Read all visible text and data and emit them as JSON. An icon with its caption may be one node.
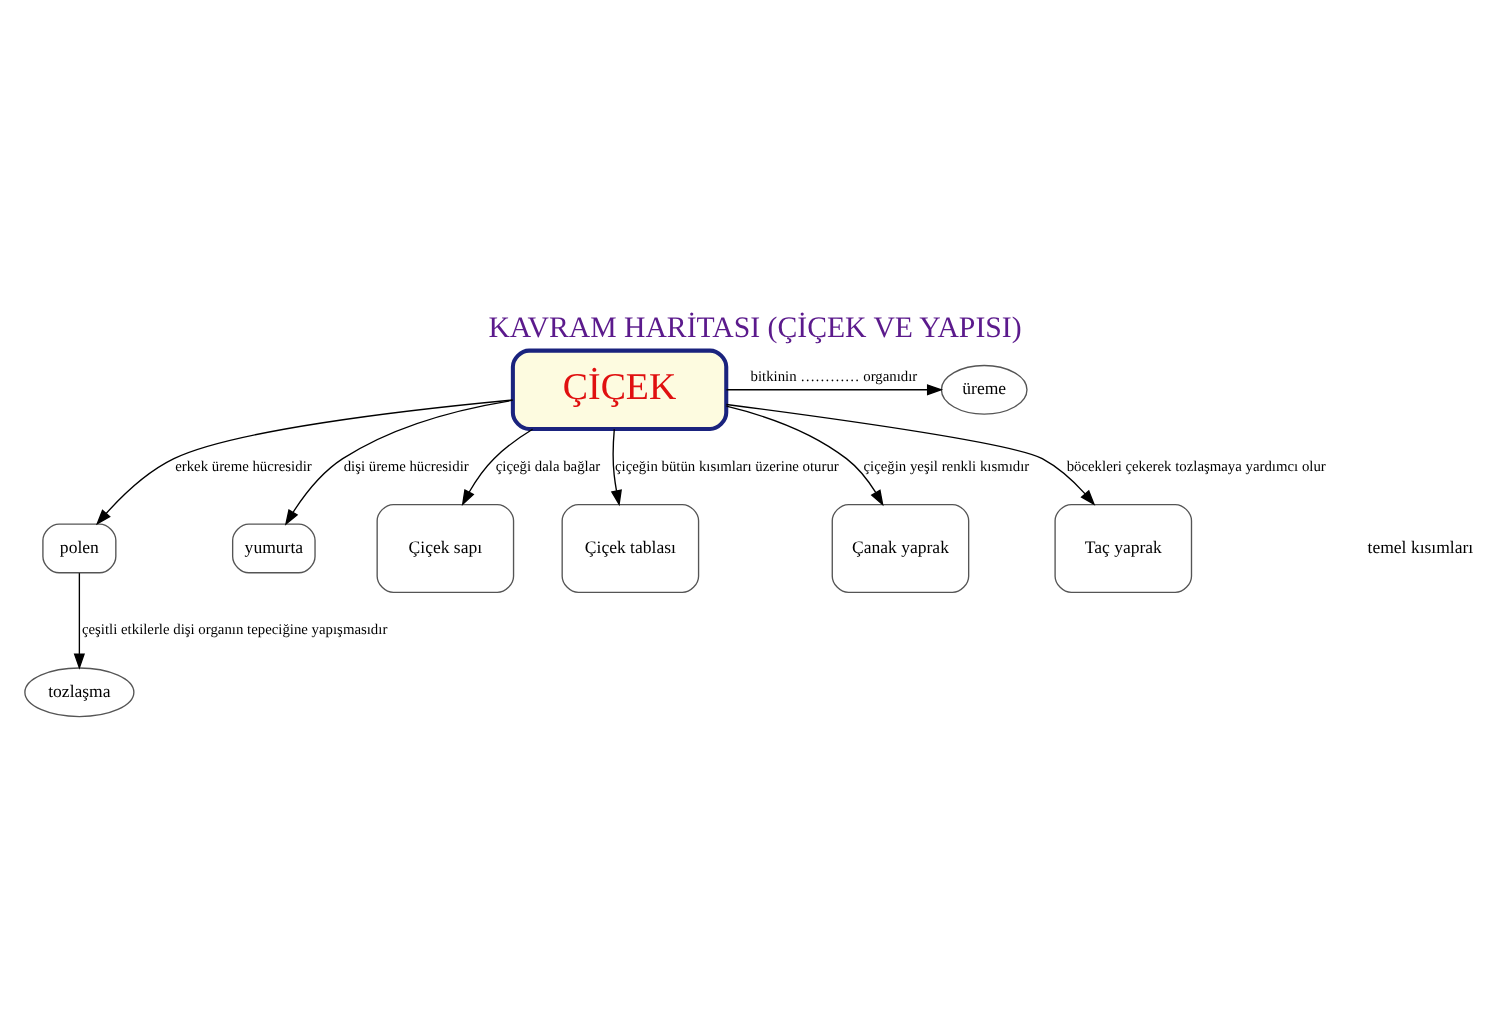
{
  "diagram": {
    "title": "KAVRAM HARİTASI (ÇİÇEK VE YAPISI)",
    "nodes": [
      {
        "text": [
          "ÇİÇEK"
        ]
      },
      {
        "text": [
          "üreme"
        ]
      },
      {
        "text": [
          "polen"
        ]
      },
      {
        "text": [
          "yumurta"
        ]
      },
      {
        "text": [
          "tozlaşma"
        ]
      },
      {
        "text": [
          "Çiçek sapı"
        ]
      },
      {
        "text": [
          "Çiçek tablası"
        ]
      },
      {
        "text": [
          "Çanak yaprak"
        ]
      },
      {
        "text": [
          "Taç yaprak"
        ]
      }
    ],
    "edges": [
      {
        "from": 0,
        "to": 1,
        "arrow": "to",
        "label": "bitkinin ………… organıdır"
      },
      {
        "from": 0,
        "to": 2,
        "arrow": "to",
        "label": "erkek üreme hücresidir"
      },
      {
        "from": 0,
        "to": 3,
        "arrow": "to",
        "label": "dişi üreme hücresidir"
      },
      {
        "from": 2,
        "to": 4,
        "arrow": "to",
        "label": "çeşitli etkilerle dişi organın tepeciğine yapışmasıdır"
      },
      {
        "from": 0,
        "to": 5,
        "arrow": "to",
        "label": "çiçeği dala bağlar"
      },
      {
        "from": 0,
        "to": 6,
        "arrow": "to",
        "label": "çiçeğin bütün kısımları üzerine oturur"
      },
      {
        "from": 0,
        "to": 7,
        "arrow": "to",
        "label": "çiçeğin yeşil renkli kısmıdır"
      },
      {
        "from": 0,
        "to": 8,
        "arrow": "to",
        "label": "böcekleri çekerek tozlaşmaya yardımcı olur"
      }
    ],
    "labels": [
      "temel kısımları"
    ]
  }
}
